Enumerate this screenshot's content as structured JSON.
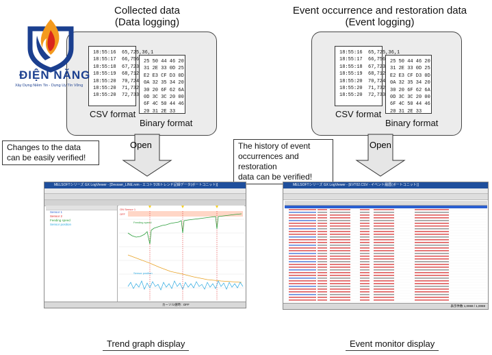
{
  "left": {
    "title_line1": "Collected data",
    "title_line2": "(Data logging)",
    "csv_label": "CSV format",
    "binary_label": "Binary format",
    "open_label": "Open",
    "callout_line1": "Changes to the data",
    "callout_line2": "can be easily verified!",
    "caption": "Trend graph display"
  },
  "right": {
    "title_line1": "Event occurrence and restoration data",
    "title_line2": "(Event logging)",
    "csv_label": "CSV format",
    "binary_label": "Binary format",
    "open_label": "Open",
    "callout_line1": "The history of event",
    "callout_line2": "occurrences and restoration",
    "callout_line3": "data can be verified!",
    "caption": "Event monitor display"
  },
  "csv_text": "18:55:16  65,725,36,1\n18:55:17  66,756,36,0\n18:55:18  67,723,36,0\n18:55:19  68,712,36,1\n18:55:20  70,724,36,1\n18:55:20  71,732,36,1\n18:55:20  72,733,",
  "binary_text": "25 50 44 46 20\n31 2E 33 0D 25\nE2 E3 CF D3 0D\n0A 32 35 34 20\n30 20 6F 62 6A\n0D 3C 3C 20 00\n6F 4C 50 44 46\n20 31 2E 33",
  "logo": {
    "name": "ĐIỆN NĂNG",
    "slogan": "Xây Dựng Niềm Tin - Dựng Uy Tín Vững"
  },
  "trend_window": {
    "title": "MELSOFTシリーズ GX LogViewer - [Devsser_LINE.rvm - エコトラ26トレンド記録データ(ボートコニット)]",
    "legend": [
      "Sensor 1",
      "Sensor 2",
      "Feeding speed",
      "",
      "Sensor position"
    ],
    "plot_labels": [
      "ON Sensor 1",
      "OFF",
      "Feeding speed",
      "Sensor position"
    ],
    "status": "カーソル値時 : OFF"
  },
  "event_window": {
    "title": "MELSOFTシリーズ GX LogViewer - [EVT02.CSV - イベント履歴(ボートコニット)]",
    "status": "表示件数 1,0069 / 1,0069"
  },
  "colors": {
    "panel": "#ececec",
    "logo_blue": "#1b3f8f",
    "logo_red": "#d9261c",
    "logo_orange": "#f39a1e",
    "trend_green": "#2a9d3a",
    "trend_cyan": "#29a8e0",
    "trend_red": "#e02828",
    "event_red": "#d42020",
    "event_blue": "#2a5fd0"
  }
}
